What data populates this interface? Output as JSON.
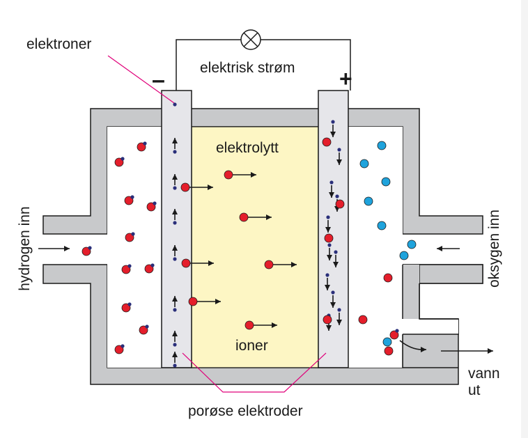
{
  "labels": {
    "electrons": "elektroner",
    "current": "elektrisk strøm",
    "minus": "–",
    "plus": "+",
    "electrolyte": "elektrolytt",
    "ions": "ioner",
    "hydrogen_in": "hydrogen inn",
    "oxygen_in": "oksygen inn",
    "water_out_1": "vann",
    "water_out_2": "ut",
    "porous_electrodes": "porøse elektroder"
  },
  "colors": {
    "background": "#f4f4f4",
    "housing": "#c8c9cb",
    "electrode": "#e6e6ea",
    "electrolyte": "#fdf6c4",
    "hydrogen": "#e41e2b",
    "oxygen": "#1fa3dc",
    "electron": "#2a2f7a",
    "leader": "#e0007a",
    "outline": "#1a1a1a"
  },
  "icons": {
    "bulb": "lamp-cross-icon"
  }
}
